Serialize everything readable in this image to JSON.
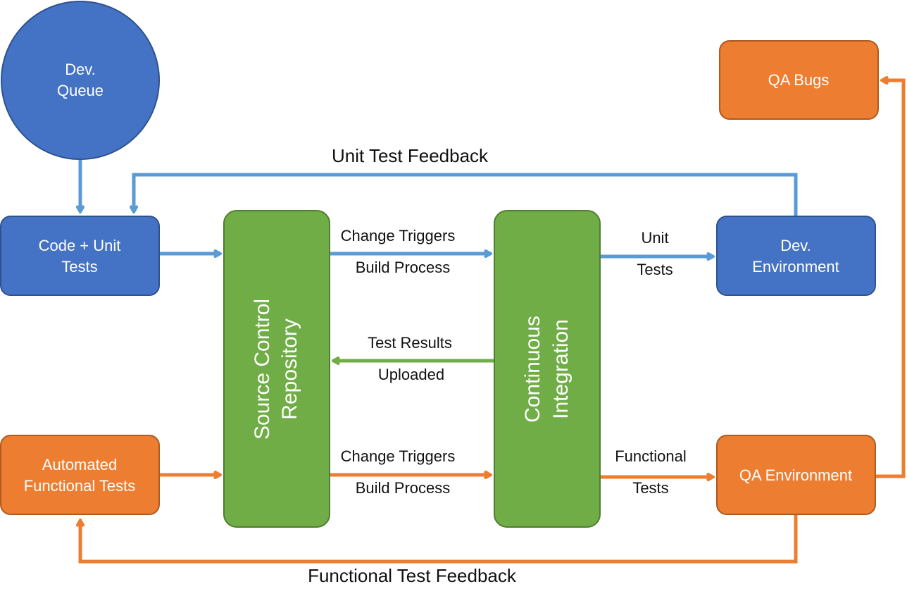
{
  "colors": {
    "blue_fill": "#4472C4",
    "blue_border": "#2F528F",
    "blue_arrow": "#5B9BD5",
    "orange_fill": "#ED7D31",
    "orange_border": "#AE5A21",
    "green_fill": "#70AD47",
    "green_border": "#507E32",
    "green_arrow": "#70AD47"
  },
  "nodes": {
    "dev_queue": [
      "Dev.",
      "Queue"
    ],
    "code_unit_tests": [
      "Code + Unit",
      "Tests"
    ],
    "automated_functional_tests": [
      "Automated",
      "Functional Tests"
    ],
    "source_control": [
      "Source Control",
      "Repository"
    ],
    "continuous_integration": [
      "Continuous",
      "Integration"
    ],
    "dev_environment": [
      "Dev.",
      "Environment"
    ],
    "qa_environment": "QA Environment",
    "qa_bugs": "QA Bugs"
  },
  "edges": {
    "unit_test_feedback": "Unit Test Feedback",
    "functional_test_feedback": "Functional Test Feedback",
    "change_triggers_top": [
      "Change Triggers",
      "Build Process"
    ],
    "change_triggers_bottom": [
      "Change Triggers",
      "Build Process"
    ],
    "test_results": [
      "Test Results",
      "Uploaded"
    ],
    "unit_tests": [
      "Unit",
      "Tests"
    ],
    "functional_tests": [
      "Functional",
      "Tests"
    ]
  }
}
